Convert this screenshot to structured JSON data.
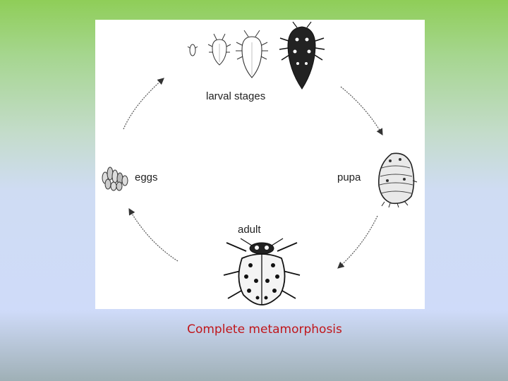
{
  "diagram": {
    "labels": {
      "larval": "larval stages",
      "eggs": "eggs",
      "pupa": "pupa",
      "adult": "adult"
    }
  },
  "caption": "Complete metamorphosis",
  "colors": {
    "caption": "#c0161b",
    "ink": "#222222"
  },
  "icons": [
    "egg-cluster-icon",
    "larva-instar-icon",
    "pupa-icon",
    "adult-ladybug-icon",
    "cycle-arrow-icon"
  ]
}
